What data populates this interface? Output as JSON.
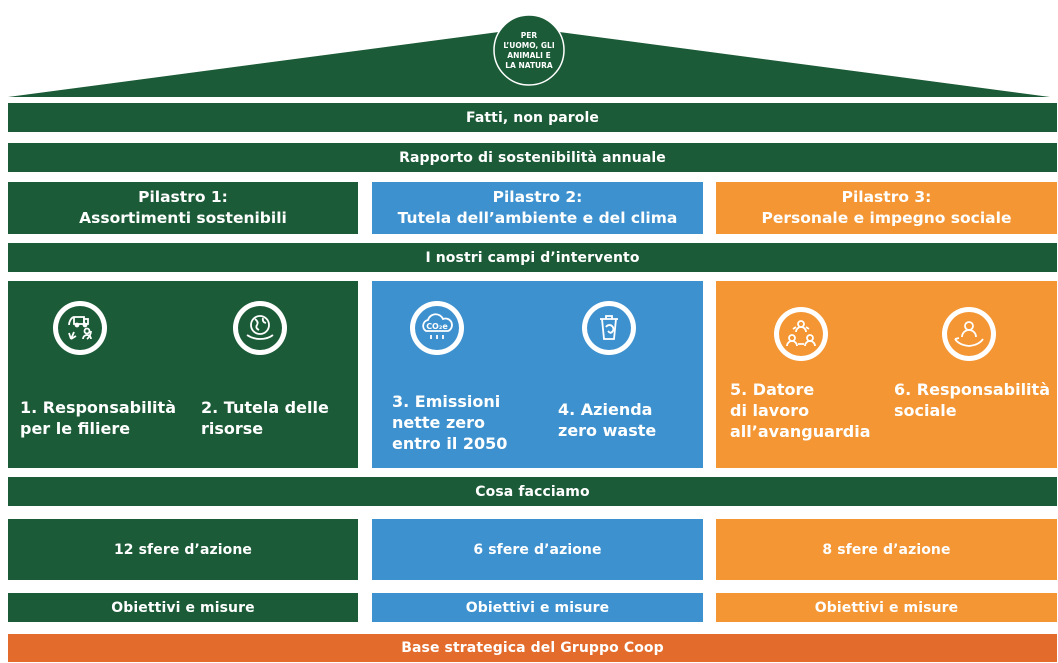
{
  "roof": {
    "badge_lines": [
      "PER",
      "L’UOMO, GLI",
      "ANIMALI E",
      "LA NATURA"
    ]
  },
  "bars": {
    "facts": "Fatti, non parole",
    "report": "Rapporto di sostenibilità annuale",
    "fields_title": "I nostri campi d’intervento",
    "what_we_do": "Cosa facciamo",
    "base": "Base strategica del Gruppo Coop"
  },
  "pillars": [
    {
      "line1": "Pilastro 1:",
      "line2": "Assortimenti sostenibili",
      "spheres": "12 sfere d’azione",
      "objectives": "Obiettivi e misure"
    },
    {
      "line1": "Pilastro 2:",
      "line2": "Tutela dell’ambiente e del clima",
      "spheres": "6 sfere d’azione",
      "objectives": "Obiettivi e misure"
    },
    {
      "line1": "Pilastro 3:",
      "line2": "Personale e impegno sociale",
      "spheres": "8 sfere d’azione",
      "objectives": "Obiettivi e misure"
    }
  ],
  "fields": [
    {
      "icon": "supply-chain-cycle-icon",
      "lines": [
        "1. Responsabilità",
        "per le filiere"
      ]
    },
    {
      "icon": "globe-in-hand-icon",
      "lines": [
        "2. Tutela delle",
        "risorse"
      ]
    },
    {
      "icon": "co2-cloud-icon",
      "icon_text": "CO₂e",
      "lines": [
        "3. Emissioni",
        "nette zero",
        "entro il 2050"
      ]
    },
    {
      "icon": "recycle-bin-icon",
      "lines": [
        "4. Azienda",
        "zero waste"
      ]
    },
    {
      "icon": "people-network-icon",
      "lines": [
        "5. Datore",
        "di lavoro",
        "all’avanguardia"
      ]
    },
    {
      "icon": "caring-hand-person-icon",
      "lines": [
        "6. Responsabilità",
        "sociale"
      ]
    }
  ],
  "colors": {
    "green": "#1c5b37",
    "blue": "#3d91cf",
    "orange": "#f39633",
    "base": "#e36b2c"
  }
}
